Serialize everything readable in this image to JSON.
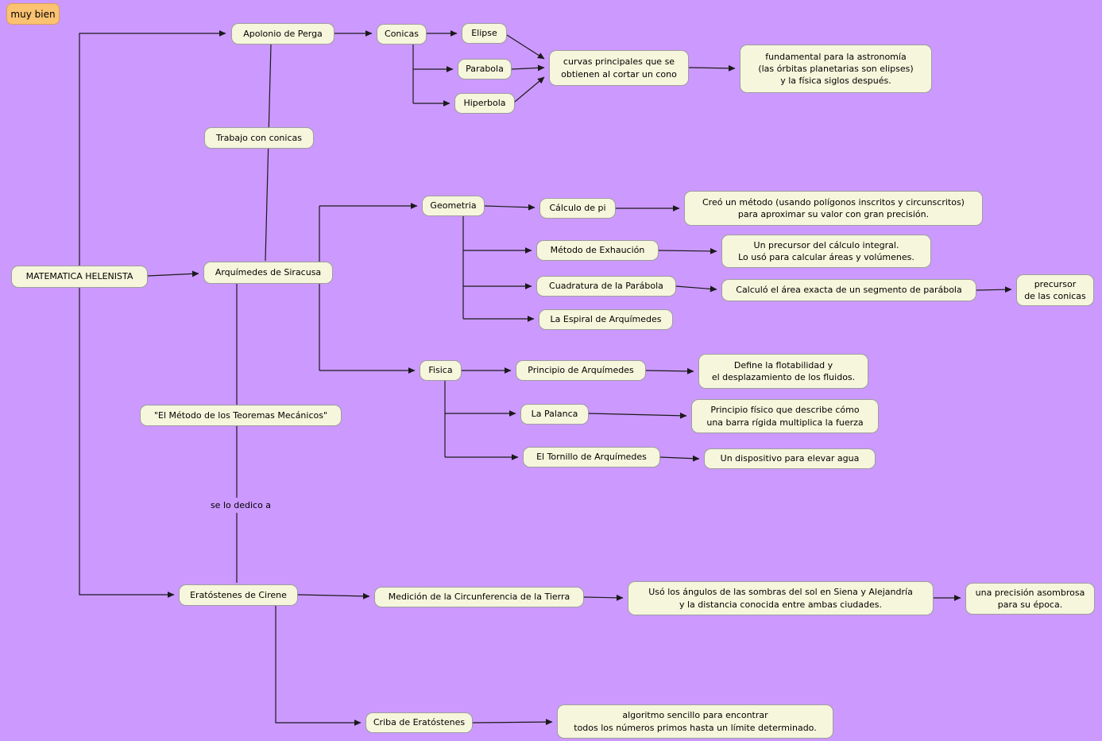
{
  "colors": {
    "canvas_bg": "#CC99FF",
    "node_bg": "#F6F6DC",
    "node_border": "#9E9E9E",
    "note_bg": "#FBC271",
    "line": "#1A1A1A",
    "text": "#000000"
  },
  "note": {
    "label": "muy bien"
  },
  "nodes": {
    "root": {
      "label": "MATEMATICA HELENISTA"
    },
    "apolonio": {
      "label": "Apolonio de Perga"
    },
    "trabajo_conicas": {
      "label": "Trabajo con conicas"
    },
    "conicas": {
      "label": "Conicas"
    },
    "elipse": {
      "label": "Elipse"
    },
    "parabola": {
      "label": "Parabola"
    },
    "hiperbola": {
      "label": "Hiperbola"
    },
    "curvas_cono": {
      "label": "curvas principales que se\nobtienen al cortar un cono"
    },
    "astronomia": {
      "label": "fundamental para la astronomía\n(las órbitas planetarias son elipses)\ny la física siglos después."
    },
    "arquimedes": {
      "label": "Arquímedes de Siracusa"
    },
    "geometria": {
      "label": "Geometria"
    },
    "calculo_pi": {
      "label": "Cálculo de pi"
    },
    "metodo_poligonos": {
      "label": "Creó un método (usando polígonos inscritos y circunscritos)\npara aproximar su valor con gran precisión."
    },
    "exhaucion": {
      "label": "Método de Exhaución"
    },
    "precursor_integral": {
      "label": "Un precursor del cálculo integral.\nLo usó para calcular áreas y volúmenes."
    },
    "cuadratura": {
      "label": "Cuadratura de la Parábola"
    },
    "area_parabola": {
      "label": "Calculó el área exacta de un segmento de parábola"
    },
    "precursor_conicas": {
      "label": "precursor\nde las conicas"
    },
    "espiral": {
      "label": "La Espiral de Arquímedes"
    },
    "fisica": {
      "label": "Fisica"
    },
    "principio_arquimedes": {
      "label": "Principio de Arquímedes"
    },
    "flotabilidad": {
      "label": "Define la flotabilidad y\nel desplazamiento de los fluidos."
    },
    "palanca": {
      "label": "La Palanca"
    },
    "palanca_desc": {
      "label": "Principio físico que describe cómo\nuna barra rígida multiplica la fuerza"
    },
    "tornillo": {
      "label": "El Tornillo de Arquímedes"
    },
    "tornillo_desc": {
      "label": "Un dispositivo para elevar agua"
    },
    "metodo_teoremas": {
      "label": "\"El Método de los Teoremas Mecánicos\""
    },
    "dedicatoria": {
      "label": "se lo dedico a"
    },
    "eratostenes": {
      "label": "Eratóstenes de Cirene"
    },
    "medicion_tierra": {
      "label": "Medición de la Circunferencia de la Tierra"
    },
    "sombras": {
      "label": "Usó los ángulos de las sombras del sol en Siena y Alejandría\ny la distancia conocida entre ambas ciudades."
    },
    "precision": {
      "label": "una precisión asombrosa\npara su época."
    },
    "criba": {
      "label": "Criba de Eratóstenes"
    },
    "criba_desc": {
      "label": "algoritmo sencillo para encontrar\ntodos los números primos hasta un límite determinado."
    }
  }
}
